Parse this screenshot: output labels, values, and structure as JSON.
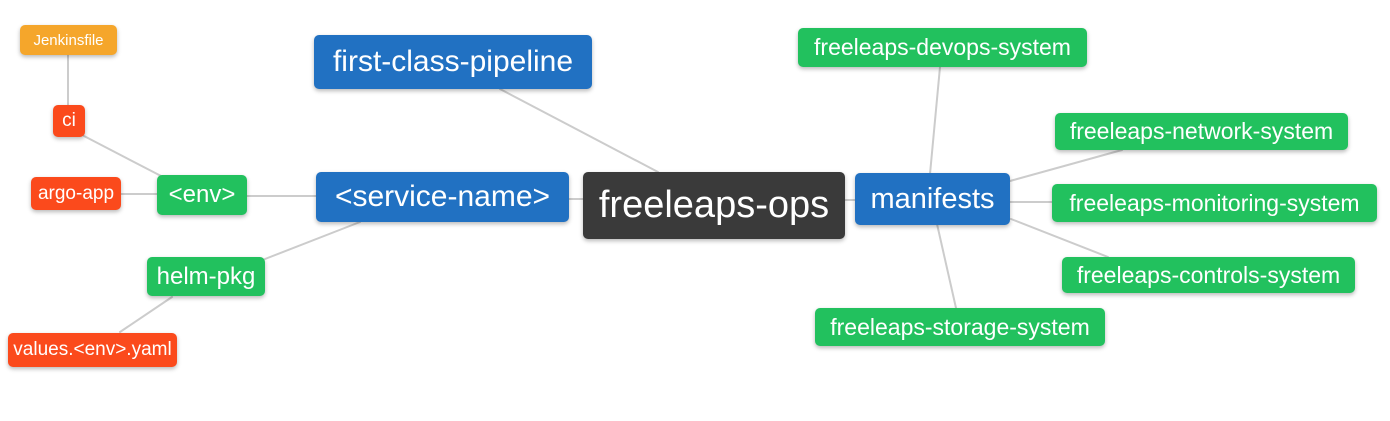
{
  "colors": {
    "root": "#3A3A3A",
    "branch": "#2171C2",
    "leaf": "#22C15E",
    "accent_red": "#FB4A1C",
    "accent_amber": "#F5A62B",
    "connector": "#CCCCCC",
    "node_text": "#FFFFFF"
  },
  "nodes": {
    "root": {
      "label": "freeleaps-ops",
      "color": "#3A3A3A"
    },
    "first_class_pipeline": {
      "label": "first-class-pipeline",
      "color": "#2171C2"
    },
    "service_name": {
      "label": "<service-name>",
      "color": "#2171C2"
    },
    "manifests": {
      "label": "manifests",
      "color": "#2171C2"
    },
    "env": {
      "label": "<env>",
      "color": "#22C15E"
    },
    "helm_pkg": {
      "label": "helm-pkg",
      "color": "#22C15E"
    },
    "ci": {
      "label": "ci",
      "color": "#FB4A1C"
    },
    "argo_app": {
      "label": "argo-app",
      "color": "#FB4A1C"
    },
    "values_env_yaml": {
      "label": "values.<env>.yaml",
      "color": "#FB4A1C"
    },
    "jenkinsfile": {
      "label": "Jenkinsfile",
      "color": "#F5A62B"
    },
    "devops_system": {
      "label": "freeleaps-devops-system",
      "color": "#22C15E"
    },
    "network_system": {
      "label": "freeleaps-network-system",
      "color": "#22C15E"
    },
    "monitoring_system": {
      "label": "freeleaps-monitoring-system",
      "color": "#22C15E"
    },
    "controls_system": {
      "label": "freeleaps-controls-system",
      "color": "#22C15E"
    },
    "storage_system": {
      "label": "freeleaps-storage-system",
      "color": "#22C15E"
    }
  },
  "edges": [
    {
      "from": "jenkinsfile",
      "to": "ci"
    },
    {
      "from": "ci",
      "to": "env"
    },
    {
      "from": "argo_app",
      "to": "env"
    },
    {
      "from": "env",
      "to": "service_name"
    },
    {
      "from": "helm_pkg",
      "to": "service_name"
    },
    {
      "from": "values_env_yaml",
      "to": "helm_pkg"
    },
    {
      "from": "first_class_pipeline",
      "to": "root"
    },
    {
      "from": "service_name",
      "to": "root"
    },
    {
      "from": "root",
      "to": "manifests"
    },
    {
      "from": "manifests",
      "to": "devops_system"
    },
    {
      "from": "manifests",
      "to": "network_system"
    },
    {
      "from": "manifests",
      "to": "monitoring_system"
    },
    {
      "from": "manifests",
      "to": "controls_system"
    },
    {
      "from": "manifests",
      "to": "storage_system"
    }
  ]
}
